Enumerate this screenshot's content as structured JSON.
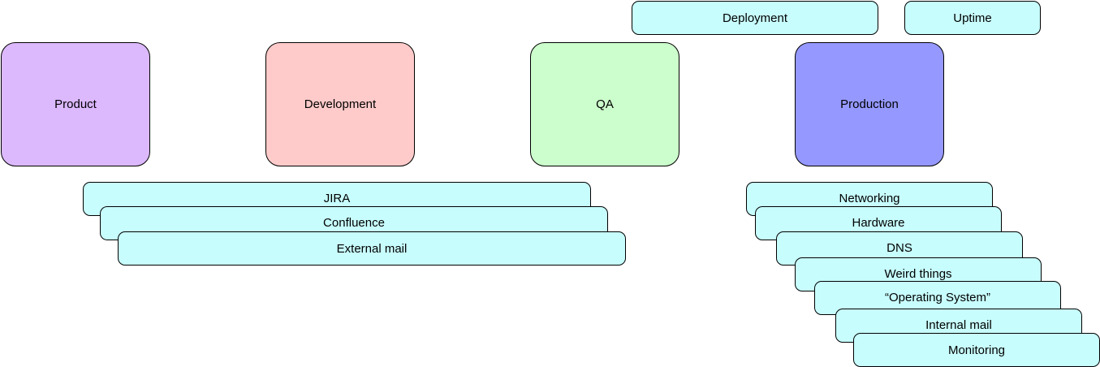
{
  "stages": [
    {
      "id": "product",
      "label": "Product",
      "color": "#dcb8fd"
    },
    {
      "id": "development",
      "label": "Development",
      "color": "#ffcbca"
    },
    {
      "id": "qa",
      "label": "QA",
      "color": "#ccfdcc"
    },
    {
      "id": "production",
      "label": "Production",
      "color": "#9598fe"
    }
  ],
  "top_tags": [
    {
      "id": "deployment",
      "label": "Deployment"
    },
    {
      "id": "uptime",
      "label": "Uptime"
    }
  ],
  "dev_stack": [
    {
      "id": "jira",
      "label": "JIRA"
    },
    {
      "id": "confluence",
      "label": "Confluence"
    },
    {
      "id": "external-mail",
      "label": "External mail"
    }
  ],
  "prod_stack": [
    {
      "id": "networking",
      "label": "Networking"
    },
    {
      "id": "hardware",
      "label": "Hardware"
    },
    {
      "id": "dns",
      "label": "DNS"
    },
    {
      "id": "weird-things",
      "label": "Weird things"
    },
    {
      "id": "operating-system",
      "label": "“Operating System”"
    },
    {
      "id": "internal-mail",
      "label": "Internal mail"
    },
    {
      "id": "monitoring",
      "label": "Monitoring"
    }
  ],
  "tag_color": "#c8fdfd"
}
